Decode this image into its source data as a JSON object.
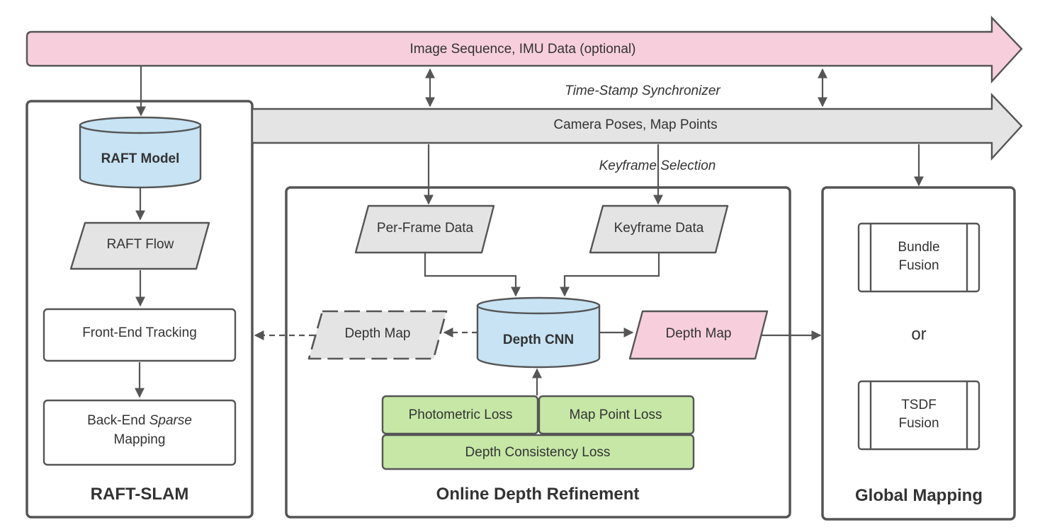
{
  "colors": {
    "pink": "#f7cfdc",
    "gray": "#e4e4e4",
    "blue": "#c7e3f4",
    "green": "#c6e7a6",
    "border": "#555555"
  },
  "bands": {
    "input": "Image Sequence, IMU Data (optional)",
    "poses": "Camera Poses, Map Points"
  },
  "labels": {
    "synchronizer": "Time-Stamp Synchronizer",
    "keyframe_selection": "Keyframe Selection"
  },
  "raft_slam": {
    "title": "RAFT-SLAM",
    "model": "RAFT Model",
    "flow": "RAFT Flow",
    "tracking": "Front-End Tracking",
    "mapping_pre": "Back-End ",
    "mapping_em": "Sparse",
    "mapping_post": "Mapping"
  },
  "depth_refinement": {
    "title": "Online Depth Refinement",
    "per_frame": "Per-Frame Data",
    "keyframe": "Keyframe Data",
    "cnn": "Depth CNN",
    "depth_map_left": "Depth Map",
    "depth_map_right": "Depth Map",
    "photometric_loss": "Photometric Loss",
    "map_point_loss": "Map Point Loss",
    "consistency_loss": "Depth Consistency Loss"
  },
  "global_mapping": {
    "title": "Global Mapping",
    "bundle_line1": "Bundle",
    "bundle_line2": "Fusion",
    "or": "or",
    "tsdf_line1": "TSDF",
    "tsdf_line2": "Fusion"
  }
}
